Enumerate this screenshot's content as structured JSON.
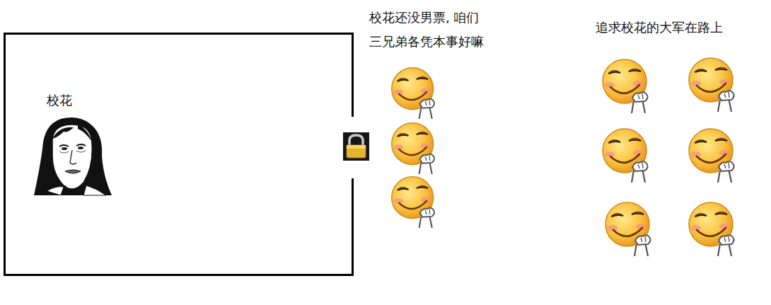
{
  "diagram": {
    "nodes": [
      {
        "text": [
          "校花"
        ]
      }
    ],
    "labels": [
      "校花还没男票, 咱们 三兄弟各凭本事好嘛",
      "追求校花的大军在路上"
    ]
  }
}
